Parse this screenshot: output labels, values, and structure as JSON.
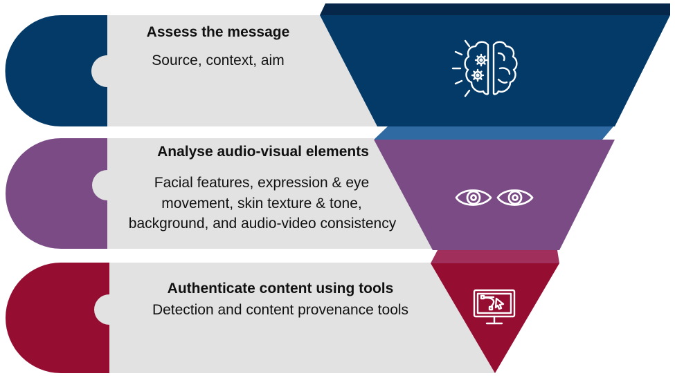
{
  "steps": [
    {
      "title": "Assess the message",
      "description": "Source, context, aim",
      "icon": "brain-gears-icon",
      "color": "#043a68"
    },
    {
      "title": "Analyse audio-visual elements",
      "description_lines": [
        "Facial features, expression & eye",
        "movement, skin texture & tone,",
        "background, and audio-video consistency"
      ],
      "icon": "eyes-icon",
      "color": "#7a4b84"
    },
    {
      "title": "Authenticate content using tools",
      "description": "Detection and content provenance tools",
      "icon": "monitor-vector-icon",
      "color": "#960d32"
    }
  ],
  "panel_color": "#e2e2e2"
}
